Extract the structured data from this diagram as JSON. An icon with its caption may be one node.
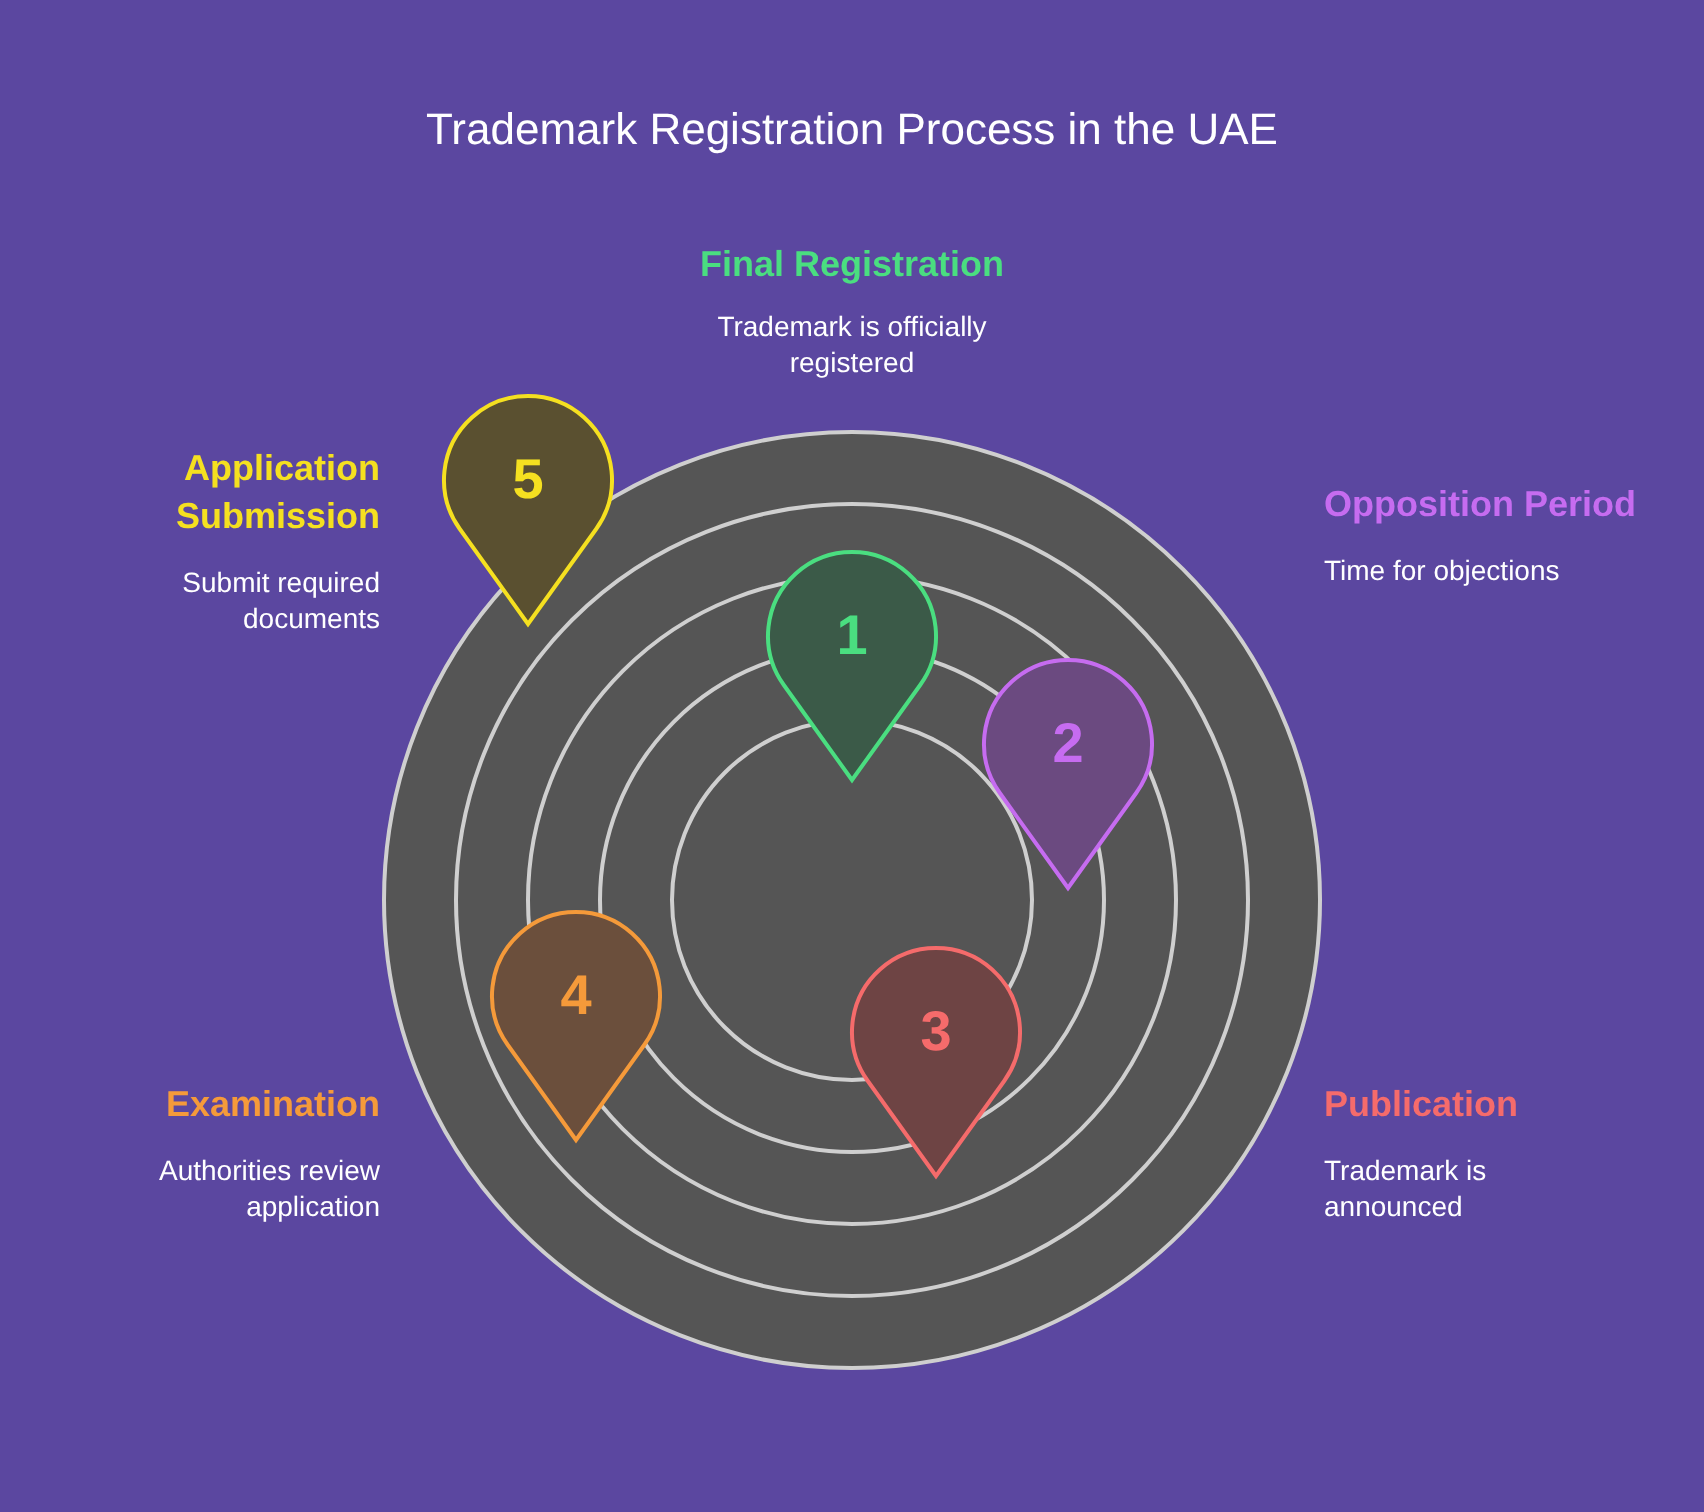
{
  "diagram": {
    "title": "Trademark Registration Process in the UAE",
    "nodes": [
      {
        "text": [
          "1"
        ],
        "beside": [
          "Final Registration",
          "Trademark is officially registered"
        ]
      },
      {
        "text": [
          "2"
        ],
        "beside": [
          "Opposition Period",
          "Time for objections"
        ]
      },
      {
        "text": [
          "3"
        ],
        "beside": [
          "Publication",
          "Trademark is announced"
        ]
      },
      {
        "text": [
          "4"
        ],
        "beside": [
          "Examination",
          "Authorities review application"
        ]
      },
      {
        "text": [
          "5"
        ],
        "beside": [
          "Application Submission",
          "Submit required documents"
        ]
      }
    ]
  }
}
